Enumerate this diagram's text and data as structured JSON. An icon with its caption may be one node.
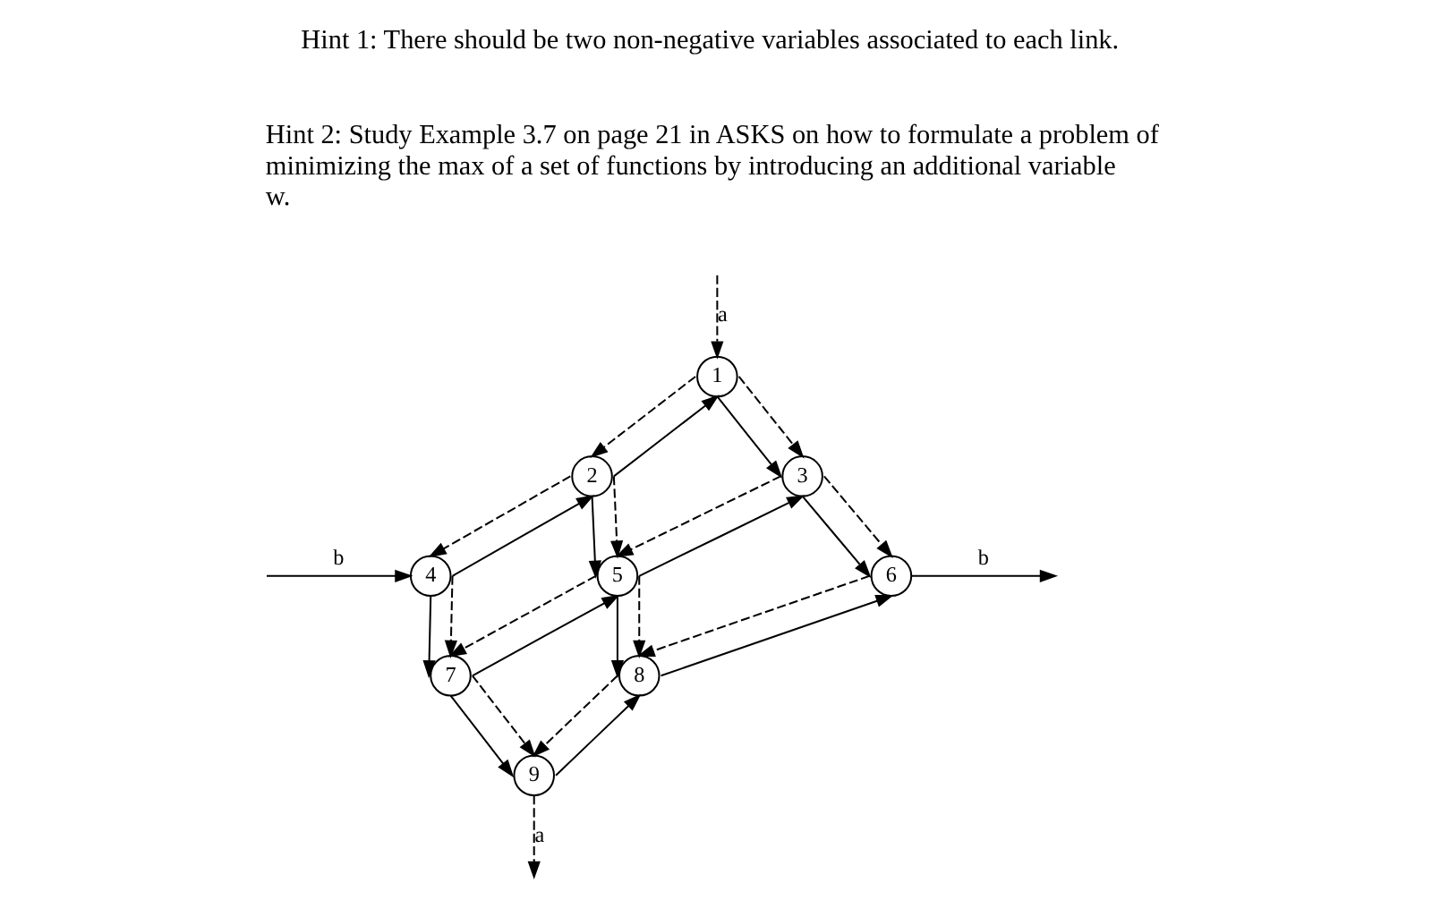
{
  "diagram": {
    "nodes": [
      {
        "text": [
          "1"
        ]
      },
      {
        "text": [
          "2"
        ]
      },
      {
        "text": [
          "3"
        ]
      },
      {
        "text": [
          "4"
        ]
      },
      {
        "text": [
          "5"
        ]
      },
      {
        "text": [
          "6"
        ]
      },
      {
        "text": [
          "7"
        ]
      },
      {
        "text": [
          "8"
        ]
      },
      {
        "text": [
          "9"
        ]
      }
    ],
    "edges": [
      {
        "from": null,
        "to": 0,
        "arrow": "to",
        "style": "dashed",
        "label": "a"
      },
      {
        "from": 1,
        "to": 0,
        "arrow": "to"
      },
      {
        "from": 0,
        "to": 1,
        "arrow": "to",
        "style": "dashed"
      },
      {
        "from": 0,
        "to": 2,
        "arrow": "to"
      },
      {
        "from": 0,
        "to": 2,
        "arrow": "to",
        "style": "dashed"
      },
      {
        "from": null,
        "to": 3,
        "arrow": "to",
        "label": "b"
      },
      {
        "from": 3,
        "to": 1,
        "arrow": "to"
      },
      {
        "from": 1,
        "to": 3,
        "arrow": "to",
        "style": "dashed"
      },
      {
        "from": 1,
        "to": 4,
        "arrow": "to"
      },
      {
        "from": 1,
        "to": 4,
        "arrow": "to",
        "style": "dashed"
      },
      {
        "from": 4,
        "to": 2,
        "arrow": "to"
      },
      {
        "from": 2,
        "to": 4,
        "arrow": "to",
        "style": "dashed"
      },
      {
        "from": 2,
        "to": 5,
        "arrow": "to"
      },
      {
        "from": 2,
        "to": 5,
        "arrow": "to",
        "style": "dashed"
      },
      {
        "from": 5,
        "to": null,
        "arrow": "to",
        "label": "b"
      },
      {
        "from": 3,
        "to": 6,
        "arrow": "to"
      },
      {
        "from": 3,
        "to": 6,
        "arrow": "to",
        "style": "dashed"
      },
      {
        "from": 6,
        "to": 4,
        "arrow": "to"
      },
      {
        "from": 4,
        "to": 6,
        "arrow": "to",
        "style": "dashed"
      },
      {
        "from": 4,
        "to": 7,
        "arrow": "to"
      },
      {
        "from": 4,
        "to": 7,
        "arrow": "to",
        "style": "dashed"
      },
      {
        "from": 7,
        "to": 5,
        "arrow": "to"
      },
      {
        "from": 5,
        "to": 7,
        "arrow": "to",
        "style": "dashed"
      },
      {
        "from": 6,
        "to": 8,
        "arrow": "to"
      },
      {
        "from": 6,
        "to": 8,
        "arrow": "to",
        "style": "dashed"
      },
      {
        "from": 8,
        "to": 7,
        "arrow": "to"
      },
      {
        "from": 7,
        "to": 8,
        "arrow": "to",
        "style": "dashed"
      },
      {
        "from": 8,
        "to": null,
        "arrow": "to",
        "style": "dashed",
        "label": "a"
      }
    ],
    "labels": [
      "Hint 1: There should be two non-negative variables associated to each link.",
      "Hint 2: Study Example 3.7 on page 21 in ASKS on how to formulate a problem of minimizing the max of a set of functions by introducing an additional variable w."
    ]
  }
}
